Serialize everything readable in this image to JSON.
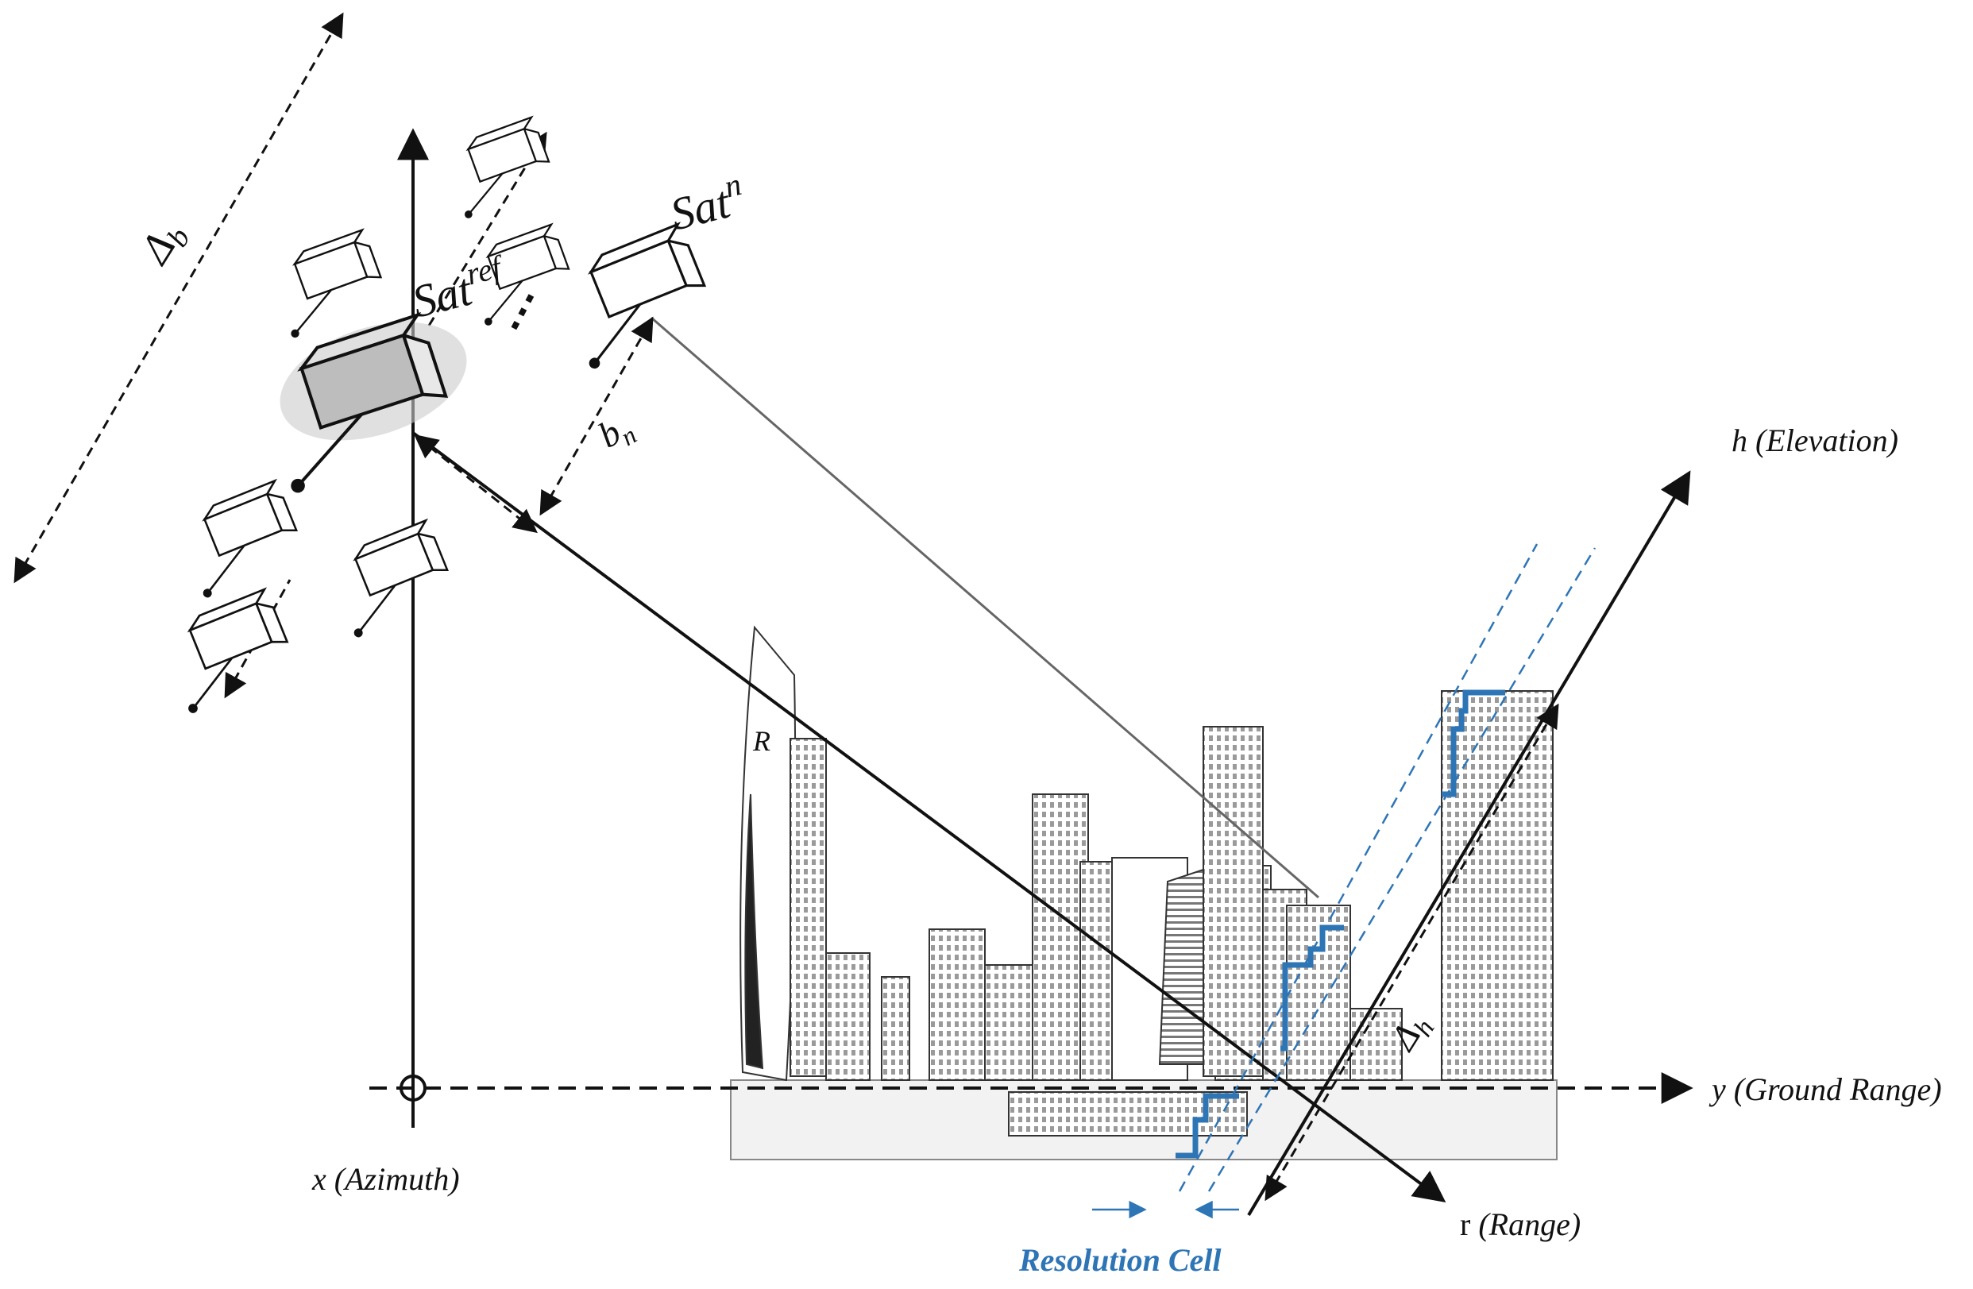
{
  "labels": {
    "delta_b": "Δ",
    "delta_b_sub": "b",
    "sat_n": "Sat",
    "sat_n_sup": "n",
    "sat_ref": "Sat",
    "sat_ref_sup": "ref",
    "b_n": "b",
    "b_n_sub": "n",
    "h_axis_var": "h",
    "h_axis_name": "(Elevation)",
    "y_axis_var": "y",
    "y_axis_name": "(Ground Range)",
    "x_axis_var": "x",
    "x_axis_name": "(Azimuth)",
    "r_axis_var": "r",
    "r_axis_name": "(Range)",
    "R": "R",
    "delta_h": "Δ",
    "delta_h_sub": "h",
    "resolution_cell": "Resolution Cell",
    "ellipsis": "⋮"
  },
  "colors": {
    "line": "#111111",
    "blue": "#2e75b6",
    "thin_line": "#666666",
    "building": "#555555"
  }
}
